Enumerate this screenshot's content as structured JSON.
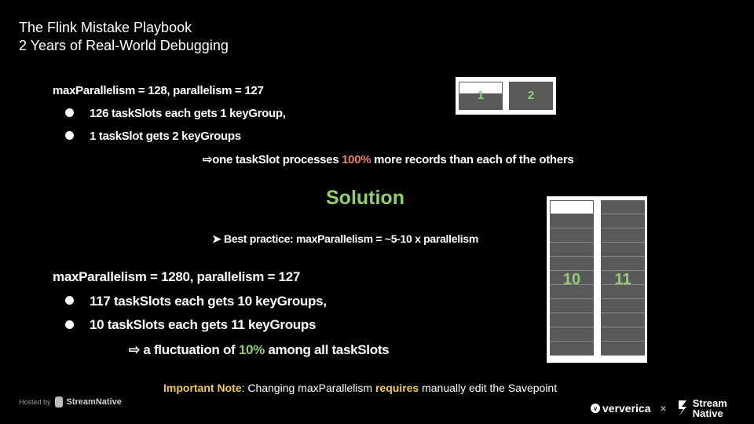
{
  "header": {
    "title": "The Flink Mistake Playbook",
    "subtitle": "2 Years of Real-World Debugging"
  },
  "example1": {
    "config": "maxParallelism  = 128, parallelism = 127",
    "bullets": [
      "126 taskSlots each gets 1 keyGroup,",
      "1 taskSlot gets 2 keyGroups"
    ],
    "conclusion_prefix": "⇨one taskSlot processes ",
    "conclusion_highlight": "100%",
    "conclusion_suffix": " more records than each of the others"
  },
  "diagram1": {
    "slot_a": "1",
    "slot_b": "2"
  },
  "solution": {
    "heading": "Solution",
    "best_practice": "➤ Best practice: maxParallelism = ~5-10 x parallelism"
  },
  "example2": {
    "config": "maxParallelism = 1280, parallelism = 127",
    "bullets": [
      "117 taskSlots each gets 10 keyGroups,",
      "10 taskSlots each gets 11 keyGroups"
    ],
    "conclusion_prefix": "⇨ a fluctuation of ",
    "conclusion_highlight": "10%",
    "conclusion_suffix": " among all taskSlots"
  },
  "diagram2": {
    "col_a": "10",
    "col_b": "11"
  },
  "note": {
    "label": "Important Note",
    "text_a": ": Changing maxParallelism ",
    "emphasis": "requires",
    "text_b": " manually edit the Savepoint"
  },
  "footer": {
    "hosted_by": "Hosted by",
    "hosted_brand": "StreamNative",
    "partner1": "ververica",
    "separator": "×",
    "partner2_line1": "Stream",
    "partner2_line2": "Native"
  }
}
